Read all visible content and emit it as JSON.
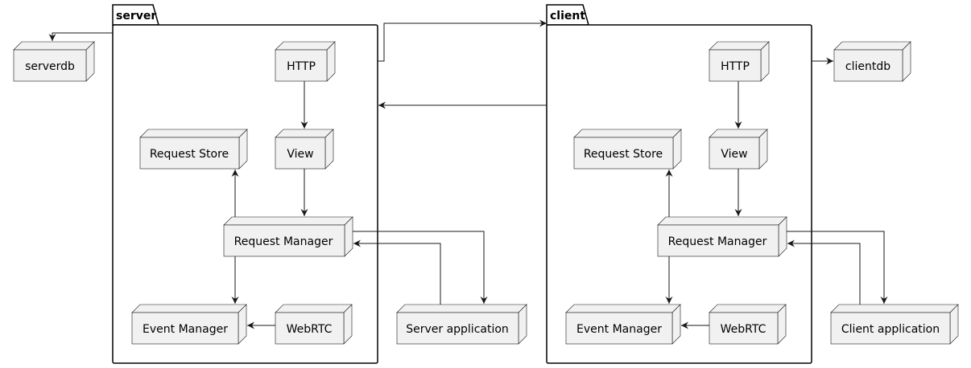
{
  "packages": {
    "server": {
      "label": "server",
      "nodes": {
        "http": "HTTP",
        "view": "View",
        "request_store": "Request Store",
        "request_manager": "Request Manager",
        "event_manager": "Event Manager",
        "webrtc": "WebRTC"
      }
    },
    "client": {
      "label": "client",
      "nodes": {
        "http": "HTTP",
        "view": "View",
        "request_store": "Request Store",
        "request_manager": "Request Manager",
        "event_manager": "Event Manager",
        "webrtc": "WebRTC"
      }
    }
  },
  "external_nodes": {
    "serverdb": "serverdb",
    "clientdb": "clientdb",
    "server_application": "Server application",
    "client_application": "Client application"
  },
  "colors": {
    "node_fill": "#f1f1f1",
    "stroke": "#181818",
    "background": "#ffffff"
  }
}
